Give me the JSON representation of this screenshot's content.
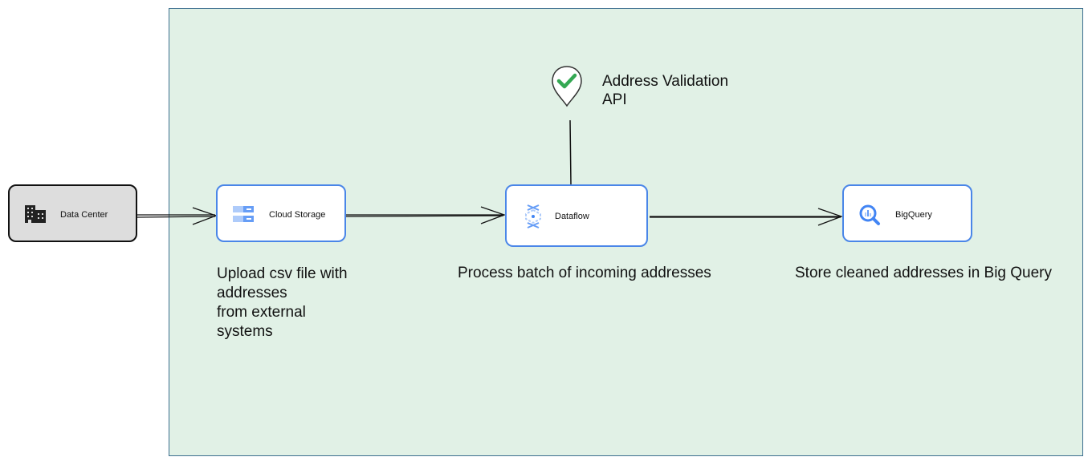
{
  "nodes": {
    "data_center": {
      "label": "Data Center",
      "icon": "building-icon"
    },
    "cloud_storage": {
      "label": "Cloud Storage",
      "icon": "cloud-storage-icon"
    },
    "dataflow": {
      "label": "Dataflow",
      "icon": "dataflow-icon"
    },
    "bigquery": {
      "label": "BigQuery",
      "icon": "bigquery-icon"
    }
  },
  "api": {
    "label": "Address Validation\nAPI",
    "icon": "map-pin-check-icon"
  },
  "captions": {
    "upload": "Upload csv file with\naddresses\nfrom external\nsystems",
    "process": "Process batch of incoming addresses",
    "store": "Store cleaned addresses in Big Query"
  },
  "colors": {
    "region_fill": "#e1f1e6",
    "region_border": "#3b6e8f",
    "node_border": "#4a86e8",
    "gcp_blue": "#4285f4",
    "check_green": "#34a853"
  }
}
